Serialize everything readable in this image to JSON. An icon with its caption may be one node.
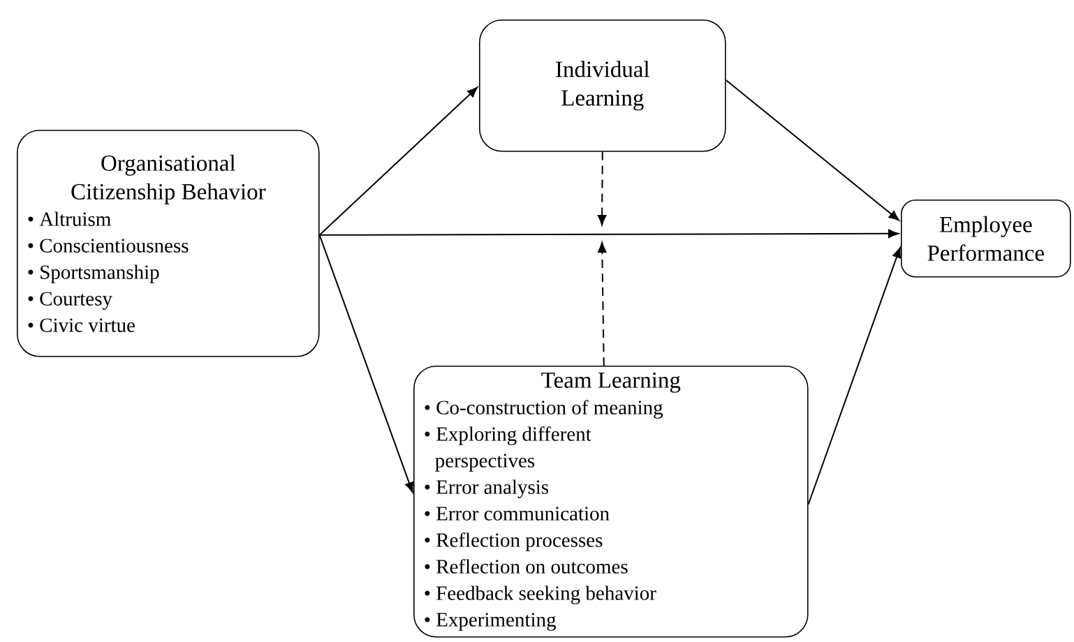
{
  "diagram": {
    "nodes": [
      {
        "text": [
          "Organisational Citizenship Behavior",
          "• Altruism",
          "• Conscientiousness",
          "• Sportsmanship",
          "• Courtesy",
          "• Civic virtue"
        ]
      },
      {
        "text": [
          "Individual Learning"
        ]
      },
      {
        "text": [
          "Employee Performance"
        ]
      },
      {
        "text": [
          "Team Learning",
          "• Co-construction of meaning",
          "• Exploring different perspectives",
          "• Error analysis",
          "• Error communication",
          "• Reflection processes",
          "• Reflection on outcomes",
          "• Feedback seeking behavior",
          "• Experimenting"
        ]
      }
    ],
    "edges": [
      {
        "from": 0,
        "to": 1,
        "arrow": "to"
      },
      {
        "from": 0,
        "to": 2,
        "arrow": "to"
      },
      {
        "from": 0,
        "to": 3,
        "arrow": "to"
      },
      {
        "from": 1,
        "to": 2,
        "arrow": "to"
      },
      {
        "from": 3,
        "to": 2,
        "arrow": "to"
      },
      {
        "from": 1,
        "to": null,
        "arrow": "to",
        "style": "dashed"
      },
      {
        "from": 3,
        "to": null,
        "arrow": "to",
        "style": "dashed"
      }
    ]
  }
}
